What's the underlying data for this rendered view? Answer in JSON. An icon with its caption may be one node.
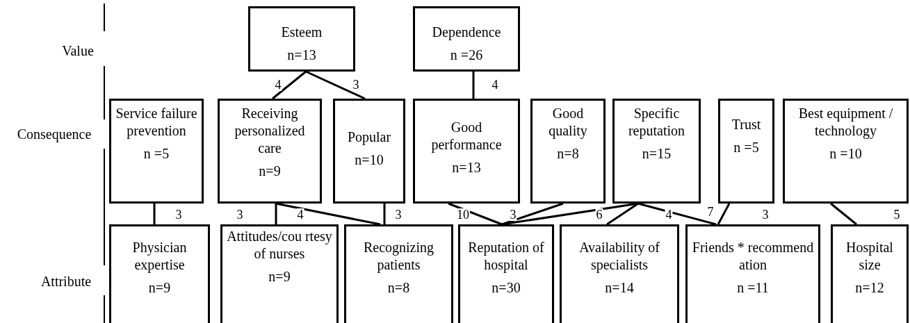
{
  "diagram": {
    "nodes": [
      {
        "text": [
          "Esteem",
          "n=13"
        ]
      },
      {
        "text": [
          "Dependence",
          "n =26"
        ]
      },
      {
        "text": [
          "Service failure prevention",
          "n =5"
        ]
      },
      {
        "text": [
          "Receiving personalized care",
          "n=9"
        ]
      },
      {
        "text": [
          "Popular",
          "n=10"
        ]
      },
      {
        "text": [
          "Good performance",
          "n=13"
        ]
      },
      {
        "text": [
          "Good quality",
          "n=8"
        ]
      },
      {
        "text": [
          "Specific reputation",
          "n=15"
        ]
      },
      {
        "text": [
          "Trust",
          "n =5"
        ]
      },
      {
        "text": [
          "Best equipment / technology",
          "n =10"
        ]
      },
      {
        "text": [
          "Physician expertise",
          "n=9"
        ]
      },
      {
        "text": [
          "Attitudes/cou rtesy of nurses",
          "n=9"
        ]
      },
      {
        "text": [
          "Recognizing patients",
          "n=8"
        ]
      },
      {
        "text": [
          "Reputation of hospital",
          "n=30"
        ]
      },
      {
        "text": [
          "Availability of specialists",
          "n=14"
        ]
      },
      {
        "text": [
          "Friends * recommend ation",
          "n =11"
        ]
      },
      {
        "text": [
          "Hospital size",
          "n=12"
        ]
      }
    ],
    "edges": [
      {
        "from": 0,
        "to": 3,
        "arrow": "none",
        "label": "4"
      },
      {
        "from": 0,
        "to": 4,
        "arrow": "none",
        "label": "3"
      },
      {
        "from": 1,
        "to": 5,
        "arrow": "none",
        "label": "4"
      },
      {
        "from": 2,
        "to": 10,
        "arrow": "none",
        "label": "3"
      },
      {
        "from": 3,
        "to": 11,
        "arrow": "none",
        "label": "3"
      },
      {
        "from": 3,
        "to": 12,
        "arrow": "none",
        "label": "4"
      },
      {
        "from": 4,
        "to": 12,
        "arrow": "none",
        "label": "3"
      },
      {
        "from": 5,
        "to": 13,
        "arrow": "none",
        "label": "10"
      },
      {
        "from": 6,
        "to": 13,
        "arrow": "none",
        "label": "3"
      },
      {
        "from": 7,
        "to": 13,
        "arrow": "none"
      },
      {
        "from": 7,
        "to": 14,
        "arrow": "none",
        "label": "6"
      },
      {
        "from": 7,
        "to": 15,
        "arrow": "none",
        "label": "4"
      },
      {
        "from": 8,
        "to": 15,
        "arrow": "none",
        "label": "7"
      },
      {
        "from": 9,
        "to": 16,
        "arrow": "none",
        "label": "5"
      }
    ],
    "labels": [
      "Value",
      "Consequence",
      "Attribute",
      "3"
    ]
  }
}
